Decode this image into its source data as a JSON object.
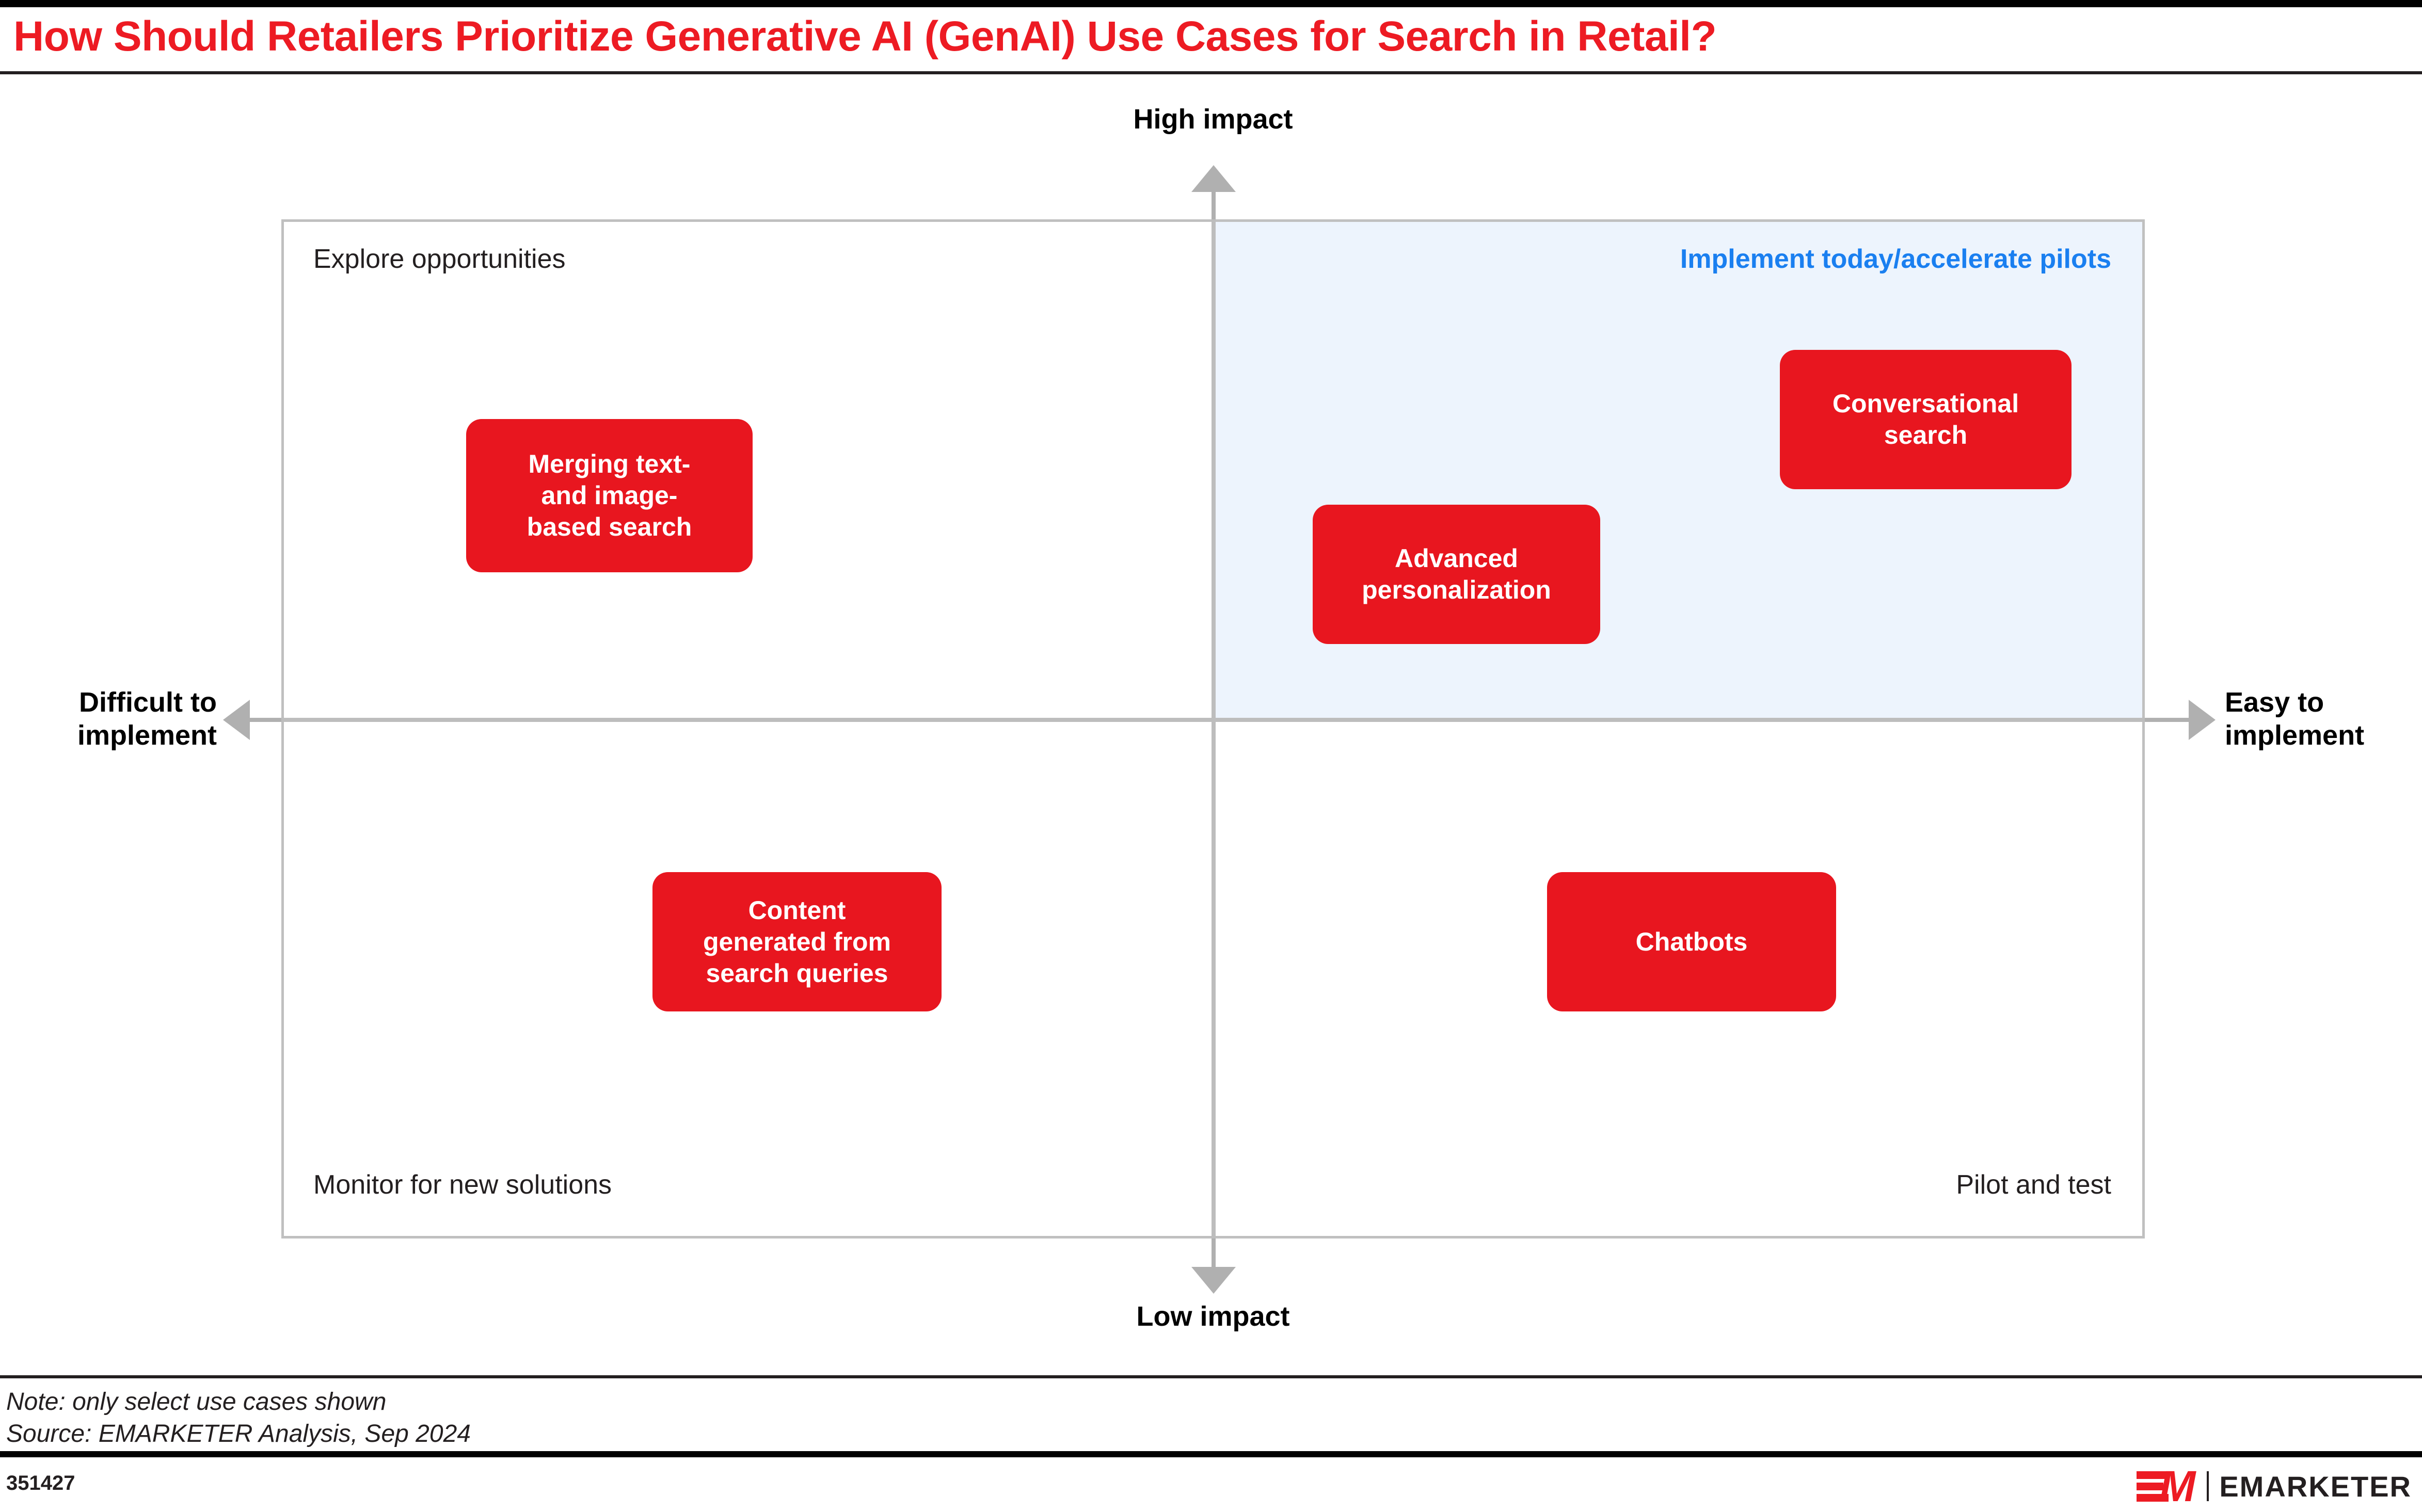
{
  "title": "How Should Retailers Prioritize Generative AI (GenAI) Use Cases for Search in Retail?",
  "axes": {
    "top": "High impact",
    "bottom": "Low impact",
    "left": "Difficult to\nimplement",
    "right": "Easy to\nimplement"
  },
  "quadrants": {
    "top_left": "Explore opportunities",
    "top_right": "Implement today/accelerate pilots",
    "bottom_left": "Monitor for new solutions",
    "bottom_right": "Pilot and test"
  },
  "items": [
    {
      "label": "Merging text-\nand image-\nbased search",
      "quadrant": "top_left"
    },
    {
      "label": "Conversational\nsearch",
      "quadrant": "top_right"
    },
    {
      "label": "Advanced\npersonalization",
      "quadrant": "top_right"
    },
    {
      "label": "Content\ngenerated from\nsearch queries",
      "quadrant": "bottom_left"
    },
    {
      "label": "Chatbots",
      "quadrant": "bottom_right"
    }
  ],
  "footer": {
    "note": "Note: only select use cases shown",
    "source": "Source: EMARKETER Analysis, Sep 2024",
    "chart_id": "351427",
    "brand": "EMARKETER",
    "brand_mark": "M"
  },
  "colors": {
    "title_red": "#ed1b23",
    "box_red": "#e8161f",
    "highlight_blue": "#edf4fd",
    "accent_blue": "#1a7ff0",
    "grid_gray": "#bdbdbd"
  },
  "chart_data": {
    "type": "scatter",
    "title": "How Should Retailers Prioritize Generative AI (GenAI) Use Cases for Search in Retail?",
    "subtitle": "",
    "xlabel": "Ease of implementation",
    "ylabel": "Impact",
    "xlim": [
      0,
      1
    ],
    "ylim": [
      0,
      1
    ],
    "x_axis_low_label": "Difficult to implement",
    "x_axis_high_label": "Easy to implement",
    "y_axis_low_label": "Low impact",
    "y_axis_high_label": "High impact",
    "grid": false,
    "legend": "none",
    "quadrant_labels": [
      {
        "position": "top-left",
        "text": "Explore opportunities"
      },
      {
        "position": "top-right",
        "text": "Implement today/accelerate pilots",
        "highlighted": true
      },
      {
        "position": "bottom-left",
        "text": "Monitor for new solutions"
      },
      {
        "position": "bottom-right",
        "text": "Pilot and test"
      }
    ],
    "points": [
      {
        "label": "Merging text- and image-based search",
        "x": 0.17,
        "y": 0.78,
        "quadrant": "top-left"
      },
      {
        "label": "Conversational search",
        "x": 0.88,
        "y": 0.88,
        "quadrant": "top-right"
      },
      {
        "label": "Advanced personalization",
        "x": 0.62,
        "y": 0.7,
        "quadrant": "top-right"
      },
      {
        "label": "Content generated from search queries",
        "x": 0.27,
        "y": 0.22,
        "quadrant": "bottom-left"
      },
      {
        "label": "Chatbots",
        "x": 0.75,
        "y": 0.22,
        "quadrant": "bottom-right"
      }
    ],
    "annotations": [
      "Note: only select use cases shown"
    ],
    "source": "EMARKETER Analysis, Sep 2024"
  }
}
